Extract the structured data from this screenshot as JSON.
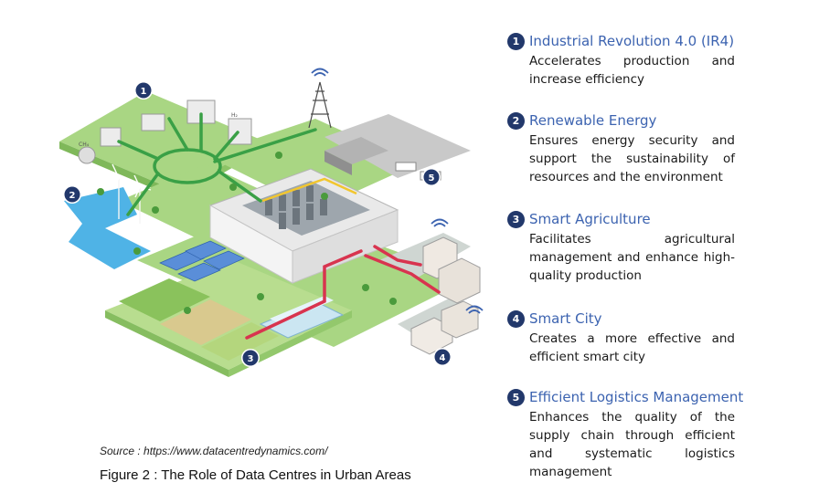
{
  "legend": [
    {
      "number": "1",
      "title": "Industrial Revolution 4.0 (IR4)",
      "desc": "Accelerates production and increase efficiency"
    },
    {
      "number": "2",
      "title": "Renewable Energy",
      "desc": "Ensures energy security and support the sustainability of resources and the environment"
    },
    {
      "number": "3",
      "title": "Smart Agriculture",
      "desc": "Facilitates agricultural management and enhance high-quality production"
    },
    {
      "number": "4",
      "title": "Smart City",
      "desc": "Creates a more effective and efficient smart city"
    },
    {
      "number": "5",
      "title": "Efficient Logistics Management",
      "desc": "Enhances the quality of the supply chain through efficient and systematic logistics management"
    }
  ],
  "markers": [
    "1",
    "2",
    "3",
    "4",
    "5"
  ],
  "illustration": {
    "h2_label": "H₂",
    "ch4_label": "CH₄"
  },
  "source": "Source : https://www.datacentredynamics.com/",
  "figure_caption": "Figure 2 : The Role of Data Centres in Urban Areas",
  "colors": {
    "badge": "#22386b",
    "title": "#3c63b0",
    "grass": "#a6d57f",
    "pipe_green": "#3aa046",
    "pipe_red": "#d8344f",
    "water": "#4fb3e6"
  }
}
